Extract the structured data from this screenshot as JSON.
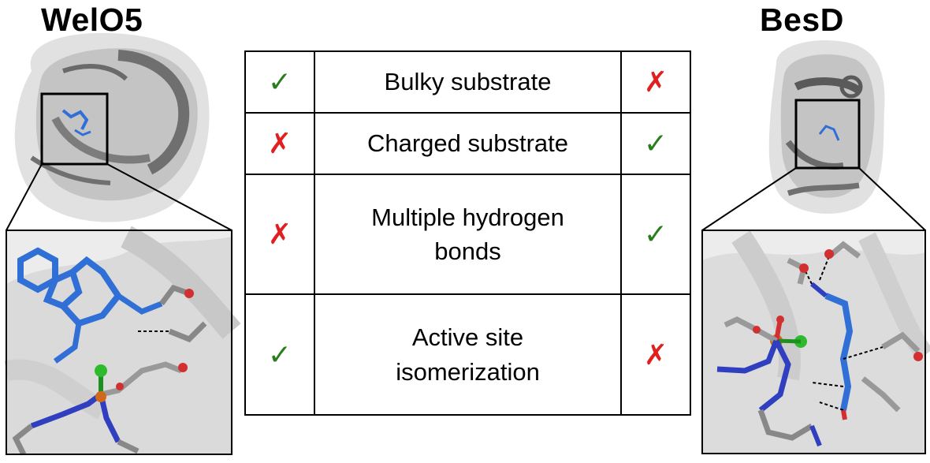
{
  "titles": {
    "left": "WelO5",
    "right": "BesD"
  },
  "colors": {
    "check": "#2a7d1c",
    "cross": "#e01f1f",
    "protein": "#808080",
    "substrate": "#2f6fd6"
  },
  "rows": [
    {
      "left": "✓",
      "left_kind": "check",
      "label_lines": [
        "Bulky substrate"
      ],
      "right": "✗",
      "right_kind": "cross"
    },
    {
      "left": "✗",
      "left_kind": "cross",
      "label_lines": [
        "Charged substrate"
      ],
      "right": "✓",
      "right_kind": "check"
    },
    {
      "left": "✗",
      "left_kind": "cross",
      "label_lines": [
        "Multiple hydrogen",
        "bonds"
      ],
      "right": "✓",
      "right_kind": "check"
    },
    {
      "left": "✓",
      "left_kind": "check",
      "label_lines": [
        "Active site",
        "isomerization"
      ],
      "right": "✗",
      "right_kind": "cross"
    }
  ]
}
